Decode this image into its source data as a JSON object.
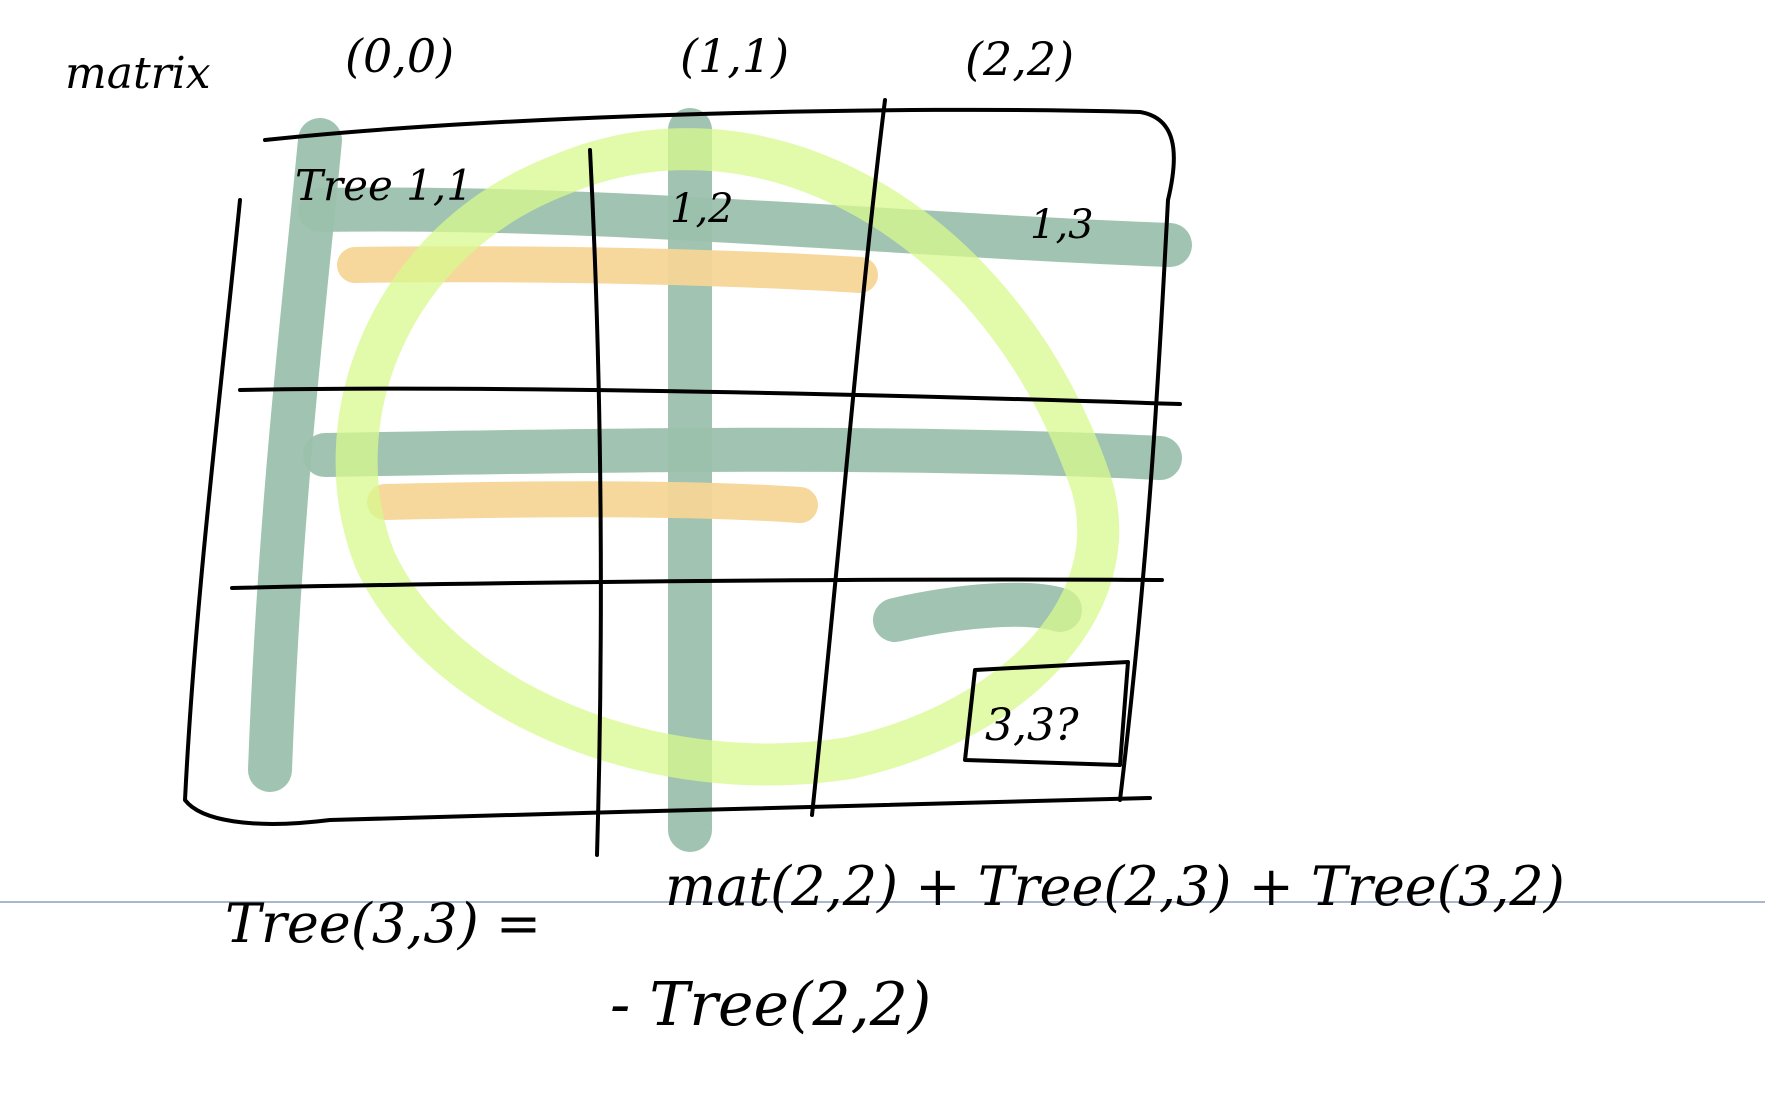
{
  "labels": {
    "matrix": "matrix",
    "coord_00": "(0,0)",
    "coord_11": "(1,1)",
    "coord_22": "(2,2)",
    "cell_11": "Tree 1,1",
    "cell_12": "1,2",
    "cell_13": "1,3",
    "cell_33": "3,3?"
  },
  "formula": {
    "lhs": "Tree(3,3) =",
    "rhs_line1": "mat(2,2) + Tree(2,3) + Tree(3,2)",
    "rhs_line2": "- Tree(2,2)"
  },
  "colors": {
    "ink": "#000000",
    "green_highlight": "#9bc1ad",
    "orange_highlight": "#f6d597",
    "lime_highlight": "#d8fa8f",
    "ruled_line": "#a9b6cc"
  }
}
